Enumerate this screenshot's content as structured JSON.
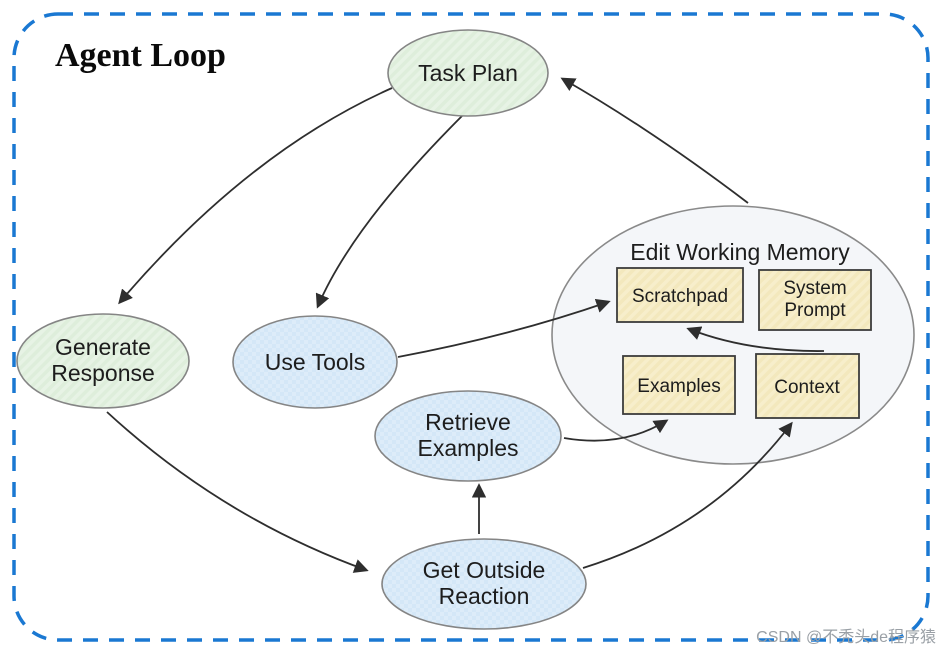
{
  "title": "Agent Loop",
  "watermark": "CSDN @不秃头de程序猿",
  "nodes": {
    "task_plan": {
      "type": "ellipse",
      "fill": "green",
      "lines": [
        "Task Plan"
      ]
    },
    "generate_response": {
      "type": "ellipse",
      "fill": "green",
      "lines": [
        "Generate",
        "Response"
      ]
    },
    "use_tools": {
      "type": "ellipse",
      "fill": "blue",
      "lines": [
        "Use Tools"
      ]
    },
    "retrieve_examples": {
      "type": "ellipse",
      "fill": "blue",
      "lines": [
        "Retrieve",
        "Examples"
      ]
    },
    "get_outside_reaction": {
      "type": "ellipse",
      "fill": "blue",
      "lines": [
        "Get Outside",
        "Reaction"
      ]
    }
  },
  "memory_group": {
    "label": "Edit Working Memory",
    "boxes": {
      "scratchpad": {
        "lines": [
          "Scratchpad"
        ]
      },
      "system_prompt": {
        "lines": [
          "System",
          "Prompt"
        ]
      },
      "examples": {
        "lines": [
          "Examples"
        ]
      },
      "context": {
        "lines": [
          "Context"
        ]
      }
    }
  },
  "edges": [
    {
      "from": "task_plan",
      "to": "generate_response"
    },
    {
      "from": "task_plan",
      "to": "use_tools"
    },
    {
      "from": "edit_working_memory",
      "to": "task_plan"
    },
    {
      "from": "generate_response",
      "to": "get_outside_reaction"
    },
    {
      "from": "get_outside_reaction",
      "to": "retrieve_examples"
    },
    {
      "from": "get_outside_reaction",
      "to": "context"
    },
    {
      "from": "retrieve_examples",
      "to": "examples"
    },
    {
      "from": "use_tools",
      "to": "scratchpad"
    },
    {
      "from": "context",
      "to": "scratchpad"
    }
  ],
  "colors": {
    "frame_blue": "#1a78d2",
    "green_fill": "#e7f3e5",
    "blue_fill": "#dcecf9",
    "tan_fill": "#f7eecb",
    "memory_fill": "#f4f6f9",
    "arrow": "#2e2e2e",
    "watermark_gray": "#9aa0a6"
  }
}
